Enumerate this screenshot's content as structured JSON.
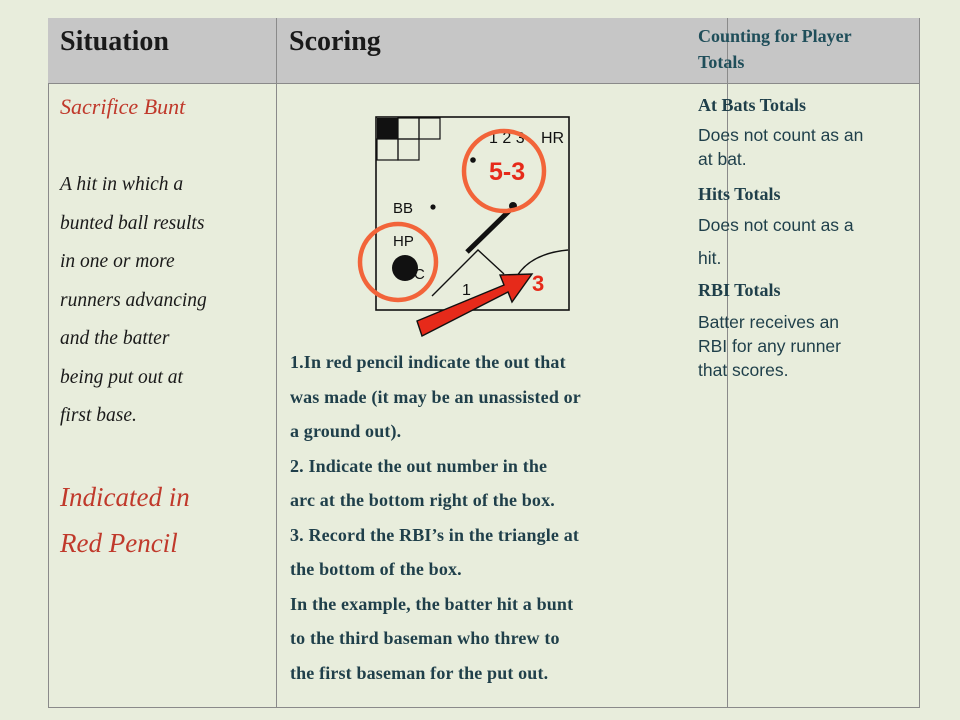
{
  "headers": {
    "situation": "Situation",
    "scoring": "Scoring",
    "counting": "Counting for Player Totals"
  },
  "situation": {
    "title": "Sacrifice Bunt",
    "description_lines": [
      "A hit in which a",
      "bunted ball results",
      "in one or more",
      "runners advancing",
      "and the batter",
      "being put out at",
      "first base."
    ],
    "indicated_lines": [
      "Indicated in",
      "Red Pencil"
    ]
  },
  "diagram": {
    "bases": "1 2 3",
    "hr": "HR",
    "bb": "BB",
    "hp": "HP",
    "sac": "C",
    "play": "5-3",
    "out_number": "1",
    "rbi": "3",
    "colors": {
      "red": "#e62a1a",
      "orange": "#f2643a",
      "ink": "#111111"
    }
  },
  "scoring_steps": [
    "1.In red pencil indicate the out that",
    "was made (it may be an unassisted or",
    "a ground out).",
    "2. Indicate the out number in the",
    "arc at the bottom right of the box.",
    "3. Record the RBI’s in the triangle at",
    "the bottom of the box.",
    "In the example, the batter hit a bunt",
    "to the third baseman who threw to",
    "the first baseman for the put out."
  ],
  "totals": {
    "at_bats_head": "At Bats Totals",
    "at_bats_lines": [
      "Does not count as an",
      "at bat."
    ],
    "hits_head": "Hits Totals",
    "hits_lines": [
      "Does not count as a",
      "hit."
    ],
    "rbi_head": "RBI Totals",
    "rbi_lines": [
      "Batter receives an",
      "RBI for any runner",
      "that scores."
    ]
  }
}
